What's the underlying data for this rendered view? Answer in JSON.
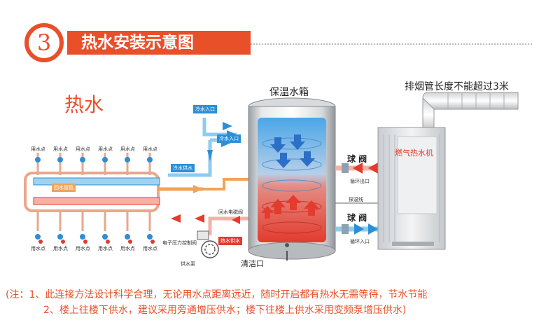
{
  "header": {
    "number": "3",
    "title": "热水安装示意图"
  },
  "diagram": {
    "hot_water_label": "热水",
    "tank_label": "保温水箱",
    "chimney_label": "排烟管长度不能超过3米",
    "heater_label": "燃气热水机",
    "top_outlets": [
      "用水点",
      "用水点",
      "用水点",
      "用水点",
      "用水点",
      "用水点"
    ],
    "bottom_outlets": [
      "用水点",
      "用水点",
      "用水点",
      "用水点",
      "用水点",
      "用水点"
    ],
    "cold_inlet_1": "冷水入口",
    "cold_inlet_2": "冷水入口",
    "cold_supply": "冷水供水",
    "hot_pipe": "回水管路",
    "return_valve": "回水电磁阀",
    "hot_supply": "热水供水",
    "pressure_valve": "电子压力控制阀",
    "supply_pump": "供水泵",
    "drain": "清洁口",
    "valve_top": "球 阀",
    "valve_bottom": "球 阀",
    "circ_out": "循环出口",
    "circ_in": "循环入口",
    "temp_probe": "探温线"
  },
  "notes": {
    "line1": "(注：1、此连接方法设计科学合理，无论用水点距离远近，随时开启都有热水无需等待，节水节能",
    "line2": "2、楼上往楼下供水，建议采用旁通增压供水；楼下往楼上供水采用变频泵增压供水)"
  },
  "colors": {
    "accent": "#e8502a",
    "hot": "#e33b2e",
    "cold": "#2c8fd6"
  }
}
